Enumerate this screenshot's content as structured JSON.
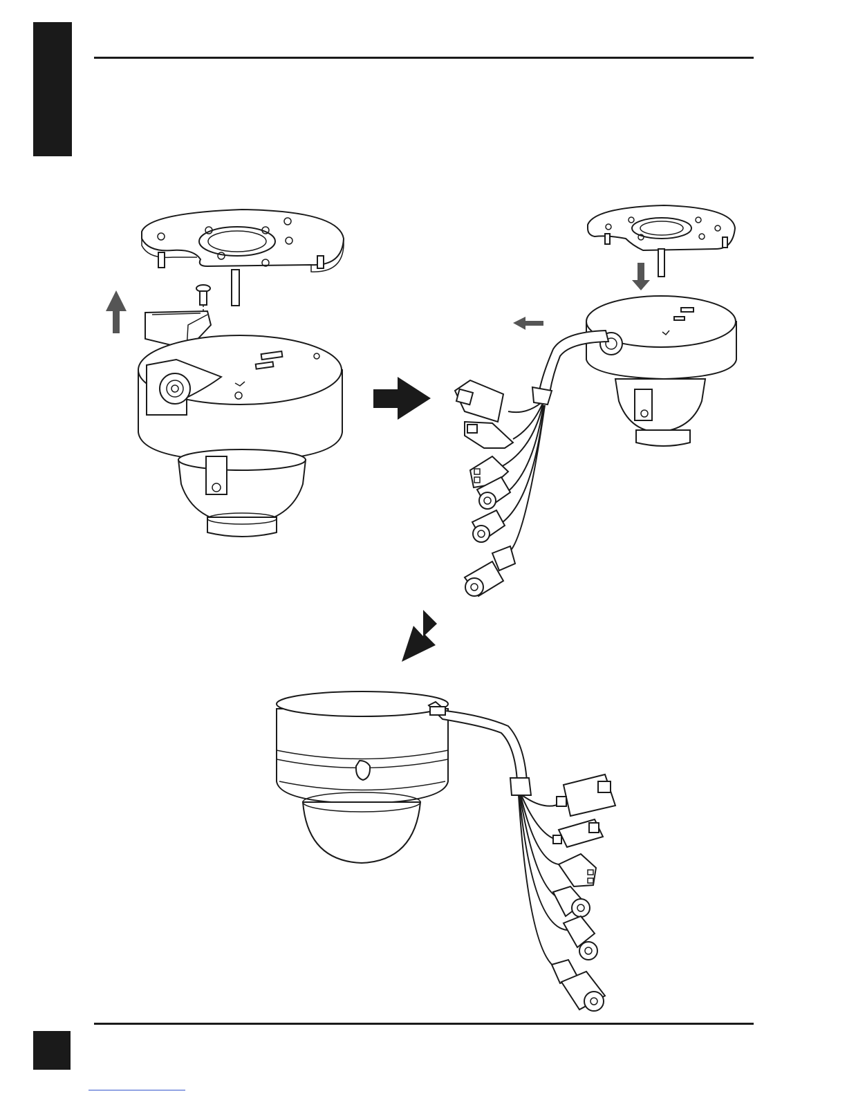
{
  "page": {
    "side_tab": "",
    "page_number": ""
  },
  "figure": {
    "panels": [
      "step-1-remove-cable-cover",
      "step-2-attach-mount-plate",
      "step-3-assembled-camera"
    ],
    "arrow_color": "#555555",
    "line_color": "#1a1a1a"
  }
}
